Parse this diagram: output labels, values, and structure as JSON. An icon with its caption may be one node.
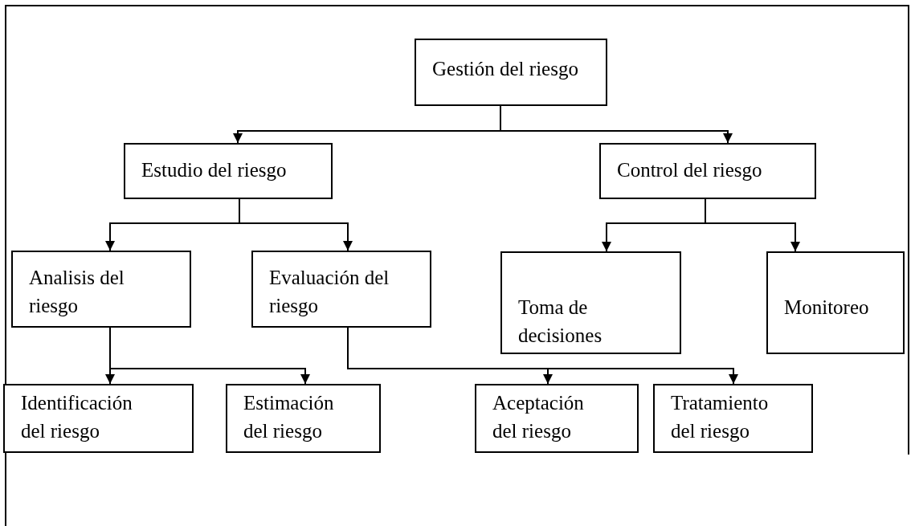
{
  "diagram": {
    "nodes": [
      {
        "text": [
          "Gestión del riesgo"
        ]
      },
      {
        "text": [
          "Estudio del riesgo"
        ]
      },
      {
        "text": [
          "Control del riesgo"
        ]
      },
      {
        "text": [
          "Analisis del riesgo"
        ]
      },
      {
        "text": [
          "Evaluación del riesgo"
        ]
      },
      {
        "text": [
          "Toma de decisiones"
        ]
      },
      {
        "text": [
          "Monitoreo"
        ]
      },
      {
        "text": [
          "Identificación del riesgo"
        ]
      },
      {
        "text": [
          "Estimación del riesgo"
        ]
      },
      {
        "text": [
          "Aceptación del riesgo"
        ]
      },
      {
        "text": [
          "Tratamiento del riesgo"
        ]
      }
    ],
    "edges": [
      {
        "from": 0,
        "to": 1,
        "arrow": "to"
      },
      {
        "from": 0,
        "to": 2,
        "arrow": "to"
      },
      {
        "from": 1,
        "to": 3,
        "arrow": "to"
      },
      {
        "from": 1,
        "to": 4,
        "arrow": "to"
      },
      {
        "from": 2,
        "to": 5,
        "arrow": "to"
      },
      {
        "from": 2,
        "to": 6,
        "arrow": "to"
      },
      {
        "from": 3,
        "to": 7,
        "arrow": "to"
      },
      {
        "from": 3,
        "to": 8,
        "arrow": "to"
      },
      {
        "from": 4,
        "to": 9,
        "arrow": "to"
      },
      {
        "from": 4,
        "to": 10,
        "arrow": "to"
      }
    ]
  }
}
